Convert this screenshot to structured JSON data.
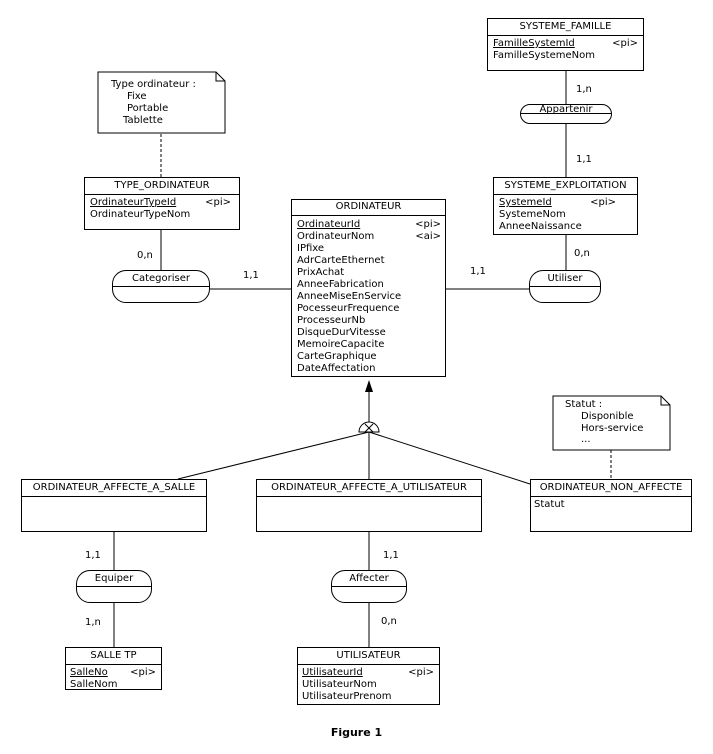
{
  "entities": {
    "systeme_famille": {
      "name": "SYSTEME_FAMILLE",
      "attrs": [
        "FamilleSystemId",
        "FamilleSystemeNom"
      ],
      "key_tag": "<pi>"
    },
    "systeme_exploitation": {
      "name": "SYSTEME_EXPLOITATION",
      "attrs": [
        "SystemeId",
        "SystemeNom",
        "AnneeNaissance"
      ],
      "key_tag": "<pi>"
    },
    "type_ordinateur": {
      "name": "TYPE_ORDINATEUR",
      "attrs": [
        "OrdinateurTypeId",
        "OrdinateurTypeNom"
      ],
      "key_tag": "<pi>"
    },
    "ordinateur": {
      "name": "ORDINATEUR",
      "attrs": [
        "OrdinateurId",
        "OrdinateurNom",
        "IPfixe",
        "AdrCarteEthernet",
        "PrixAchat",
        "AnneeFabrication",
        "AnneeMiseEnService",
        "PocesseurFrequence",
        "ProcesseurNb",
        "DisqueDurVitesse",
        "MemoireCapacite",
        "CarteGraphique",
        "DateAffectation"
      ],
      "key_tag": "<pi>",
      "alt_tag": "<ai>"
    },
    "affecte_salle": {
      "name": "ORDINATEUR_AFFECTE_A_SALLE"
    },
    "affecte_utilisateur": {
      "name": "ORDINATEUR_AFFECTE_A_UTILISATEUR"
    },
    "non_affecte": {
      "name": "ORDINATEUR_NON_AFFECTE",
      "attrs": [
        "Statut"
      ]
    },
    "salle_tp": {
      "name": "SALLE TP",
      "attrs": [
        "SalleNo",
        "SalleNom"
      ],
      "key_tag": "<pi>"
    },
    "utilisateur": {
      "name": "UTILISATEUR",
      "attrs": [
        "UtilisateurId",
        "UtilisateurNom",
        "UtilisateurPrenom"
      ],
      "key_tag": "<pi>"
    }
  },
  "relations": {
    "appartenir": "Appartenir",
    "categoriser": "Categoriser",
    "utiliser": "Utiliser",
    "equiper": "Equiper",
    "affecter": "Affecter"
  },
  "cardinalities": {
    "famille_appartenir": "1,n",
    "appartenir_systeme": "1,1",
    "type_categoriser": "0,n",
    "categoriser_ordinateur": "1,1",
    "utiliser_ordinateur": "1,1",
    "utiliser_systeme": "0,n",
    "salle_equiper": "1,1",
    "equiper_salletp": "1,n",
    "utilisateur_affecter": "1,1",
    "affecter_utilisateur": "0,n"
  },
  "notes": {
    "type_ordinateur": [
      "Type ordinateur :",
      "Fixe",
      "Portable",
      "Tablette"
    ],
    "statut": [
      "Statut :",
      "Disponible",
      "Hors-service",
      "..."
    ]
  },
  "caption": "Figure 1"
}
